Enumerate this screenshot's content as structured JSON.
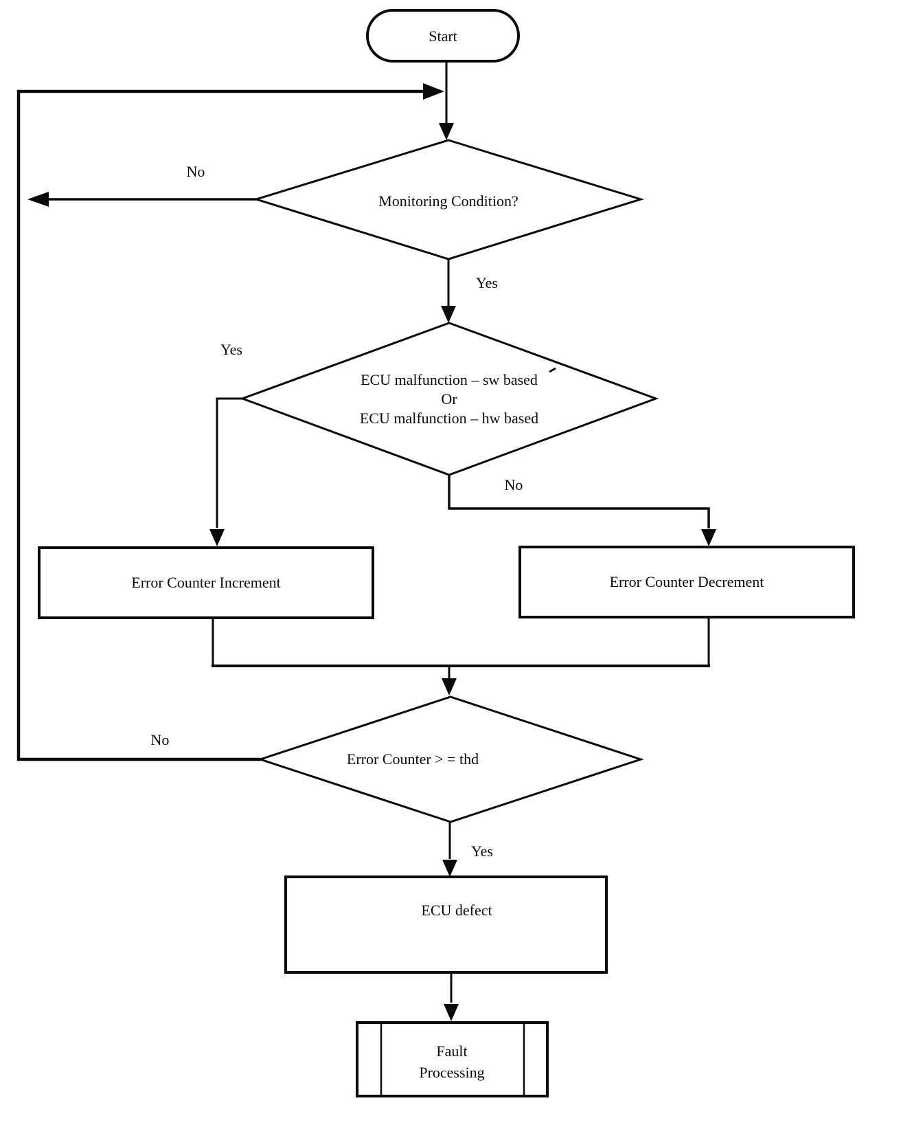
{
  "flowchart": {
    "description": "ECU malfunction monitoring flowchart",
    "colors": {
      "line": "#0a0a0a",
      "background": "#ffffff",
      "text": "#0a0a0a"
    },
    "nodes": {
      "start": {
        "type": "terminator",
        "label": "Start"
      },
      "monitoring_condition": {
        "type": "decision",
        "label": "Monitoring Condition?"
      },
      "ecu_malfunction": {
        "type": "decision",
        "lines": [
          "ECU malfunction – sw based",
          "Or",
          "ECU malfunction – hw based"
        ]
      },
      "error_counter_increment": {
        "type": "process",
        "label": "Error Counter Increment"
      },
      "error_counter_decrement": {
        "type": "process",
        "label": "Error Counter Decrement"
      },
      "error_counter_threshold": {
        "type": "decision",
        "label": "Error Counter > = thd"
      },
      "ecu_defect": {
        "type": "process",
        "label": "ECU defect"
      },
      "fault_processing": {
        "type": "predefined_process",
        "lines": [
          "Fault",
          "Processing"
        ]
      }
    },
    "edge_labels": {
      "monitoring_no": "No",
      "monitoring_yes": "Yes",
      "malfunction_yes": "Yes",
      "malfunction_no": "No",
      "threshold_no": "No",
      "threshold_yes": "Yes"
    }
  }
}
